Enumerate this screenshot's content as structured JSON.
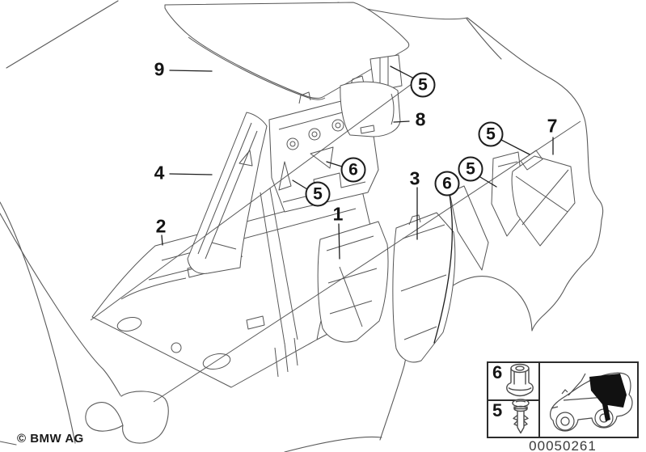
{
  "figure": {
    "description": "BMW sound insulation parts diagram, rear trunk area",
    "copyright": "© BMW AG",
    "plate_number": "00050261"
  },
  "callouts": {
    "c9": {
      "label": "9"
    },
    "c4": {
      "label": "4"
    },
    "c2": {
      "label": "2"
    },
    "c1": {
      "label": "1"
    },
    "c3": {
      "label": "3"
    },
    "c8": {
      "label": "8"
    },
    "c7": {
      "label": "7"
    },
    "c5_top": {
      "label": "5"
    },
    "c5_left": {
      "label": "5"
    },
    "c5_mid": {
      "label": "5"
    },
    "c5_right": {
      "label": "5"
    },
    "c6_left": {
      "label": "6"
    },
    "c6_mid": {
      "label": "6"
    }
  },
  "legend": {
    "rows": [
      {
        "label": "6",
        "icon": "grommet-icon"
      },
      {
        "label": "5",
        "icon": "expansion-rivet-icon"
      }
    ]
  },
  "colors": {
    "line": "#555555",
    "leader": "#222222",
    "text": "#151515",
    "background": "#ffffff",
    "highlight_fill": "#111111"
  }
}
